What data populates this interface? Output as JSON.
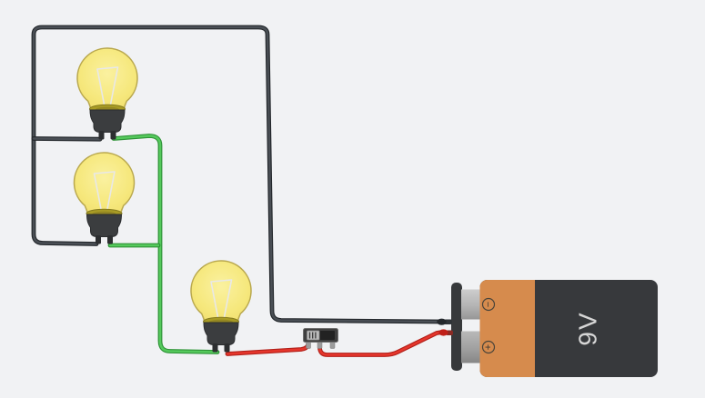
{
  "canvas": {
    "type": "circuit-workspace",
    "background": "#f1f2f4"
  },
  "battery": {
    "name": "9V Battery",
    "label": "9V",
    "polarity": {
      "negative": "−",
      "positive": "+"
    },
    "colors": {
      "body": "#37393c",
      "wrap": "#d68b4d",
      "terminals": "#b9b9b9",
      "snap_strip": "#37393b",
      "label_text": "#d6d6d6"
    }
  },
  "bulbs": [
    {
      "name": "Light Bulb 1",
      "state": "lit"
    },
    {
      "name": "Light Bulb 2",
      "state": "lit"
    },
    {
      "name": "Light Bulb 3",
      "state": "lit"
    }
  ],
  "bulb_colors": {
    "glass": "#f6e87d",
    "outline": "#b9a84e",
    "cap": "#3b3d3f",
    "filament": "#e8e8e8",
    "base_ring": "#a89b25"
  },
  "slide_switch": {
    "name": "Slide Switch",
    "colors": {
      "body": "#3f3f3f",
      "knob": "#bcbcbc",
      "pins": "#9c9c9c"
    }
  },
  "wires": [
    {
      "name": "wire-black-battery-to-bulb1",
      "color": "black",
      "hex": "#4a4f55",
      "from": "battery-negative-terminal",
      "to": "bulb1-left-lead"
    },
    {
      "name": "wire-black-bulb1-to-bulb2",
      "color": "black",
      "hex": "#4a4f55",
      "from": "bulb1-left-lead",
      "to": "bulb2-left-lead"
    },
    {
      "name": "wire-green-bulb1-to-bulb3",
      "color": "green",
      "hex": "#55c95c",
      "from": "bulb1-right-lead",
      "to": "bulb3-left-lead"
    },
    {
      "name": "wire-green-bulb2-branch",
      "color": "green",
      "hex": "#55c95c",
      "from": "bulb2-right-lead",
      "to": "green-wire-junction"
    },
    {
      "name": "wire-red-bulb3-to-switch",
      "color": "red",
      "hex": "#e6362c",
      "from": "bulb3-right-lead",
      "to": "switch-left-pin"
    },
    {
      "name": "wire-red-switch-to-battery",
      "color": "red",
      "hex": "#e6362c",
      "from": "switch-middle-pin",
      "to": "battery-positive-terminal"
    }
  ]
}
